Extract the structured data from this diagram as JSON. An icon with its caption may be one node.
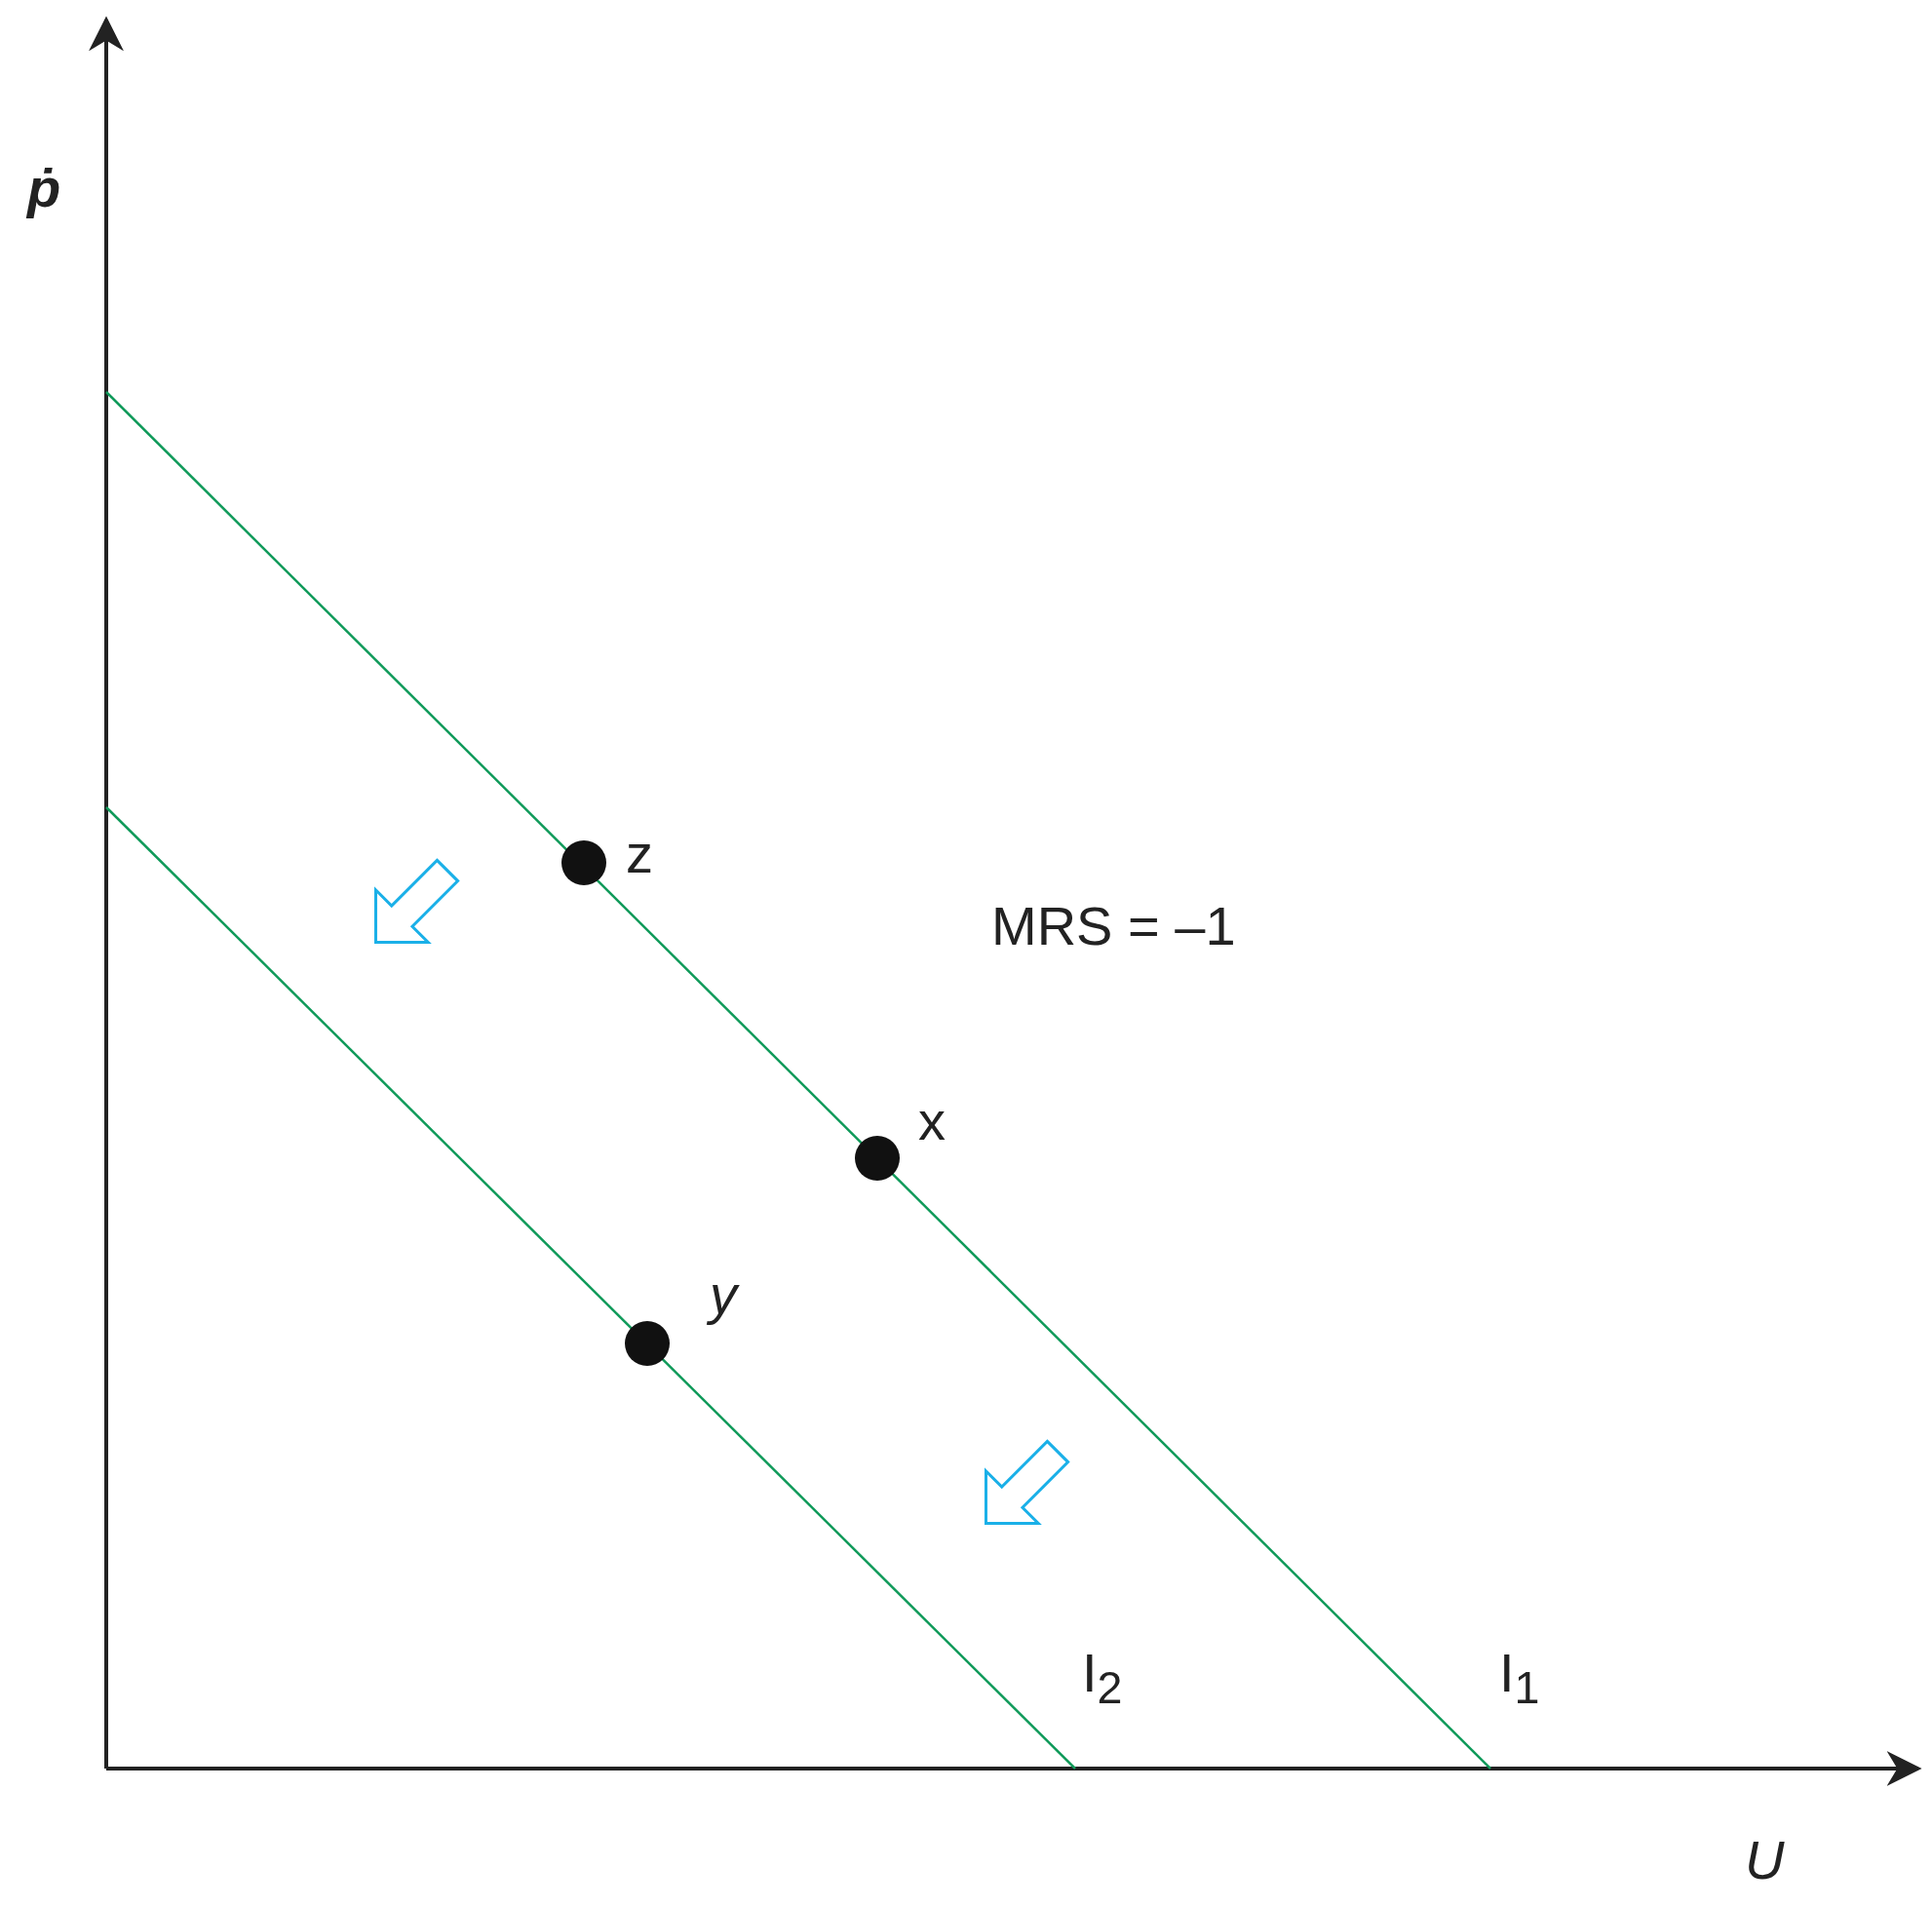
{
  "diagram": {
    "nodes": [
      {
        "text": [],
        "shape": "circle",
        "beside": [
          "z"
        ]
      },
      {
        "text": [],
        "shape": "circle",
        "beside": [
          "x"
        ]
      },
      {
        "text": [],
        "shape": "circle",
        "beside": [
          "y"
        ]
      }
    ],
    "labels": [
      "ṗ",
      "MRS = –1",
      "I$_{2}$",
      "I$_{1}$",
      "U"
    ]
  }
}
